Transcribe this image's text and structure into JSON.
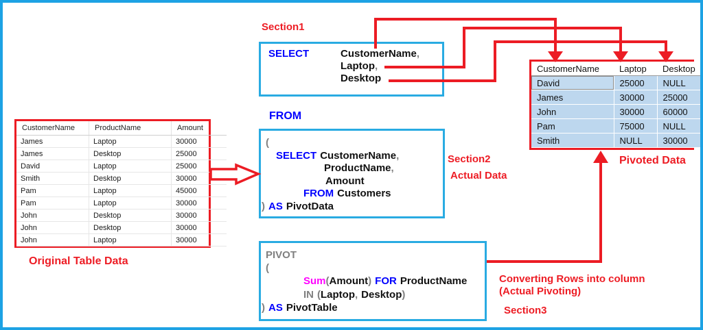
{
  "colors": {
    "outer_border": "#1da2e4",
    "box_border": "#29abe2",
    "arrow_red": "#ec1c24",
    "label_red": "#ed1c24",
    "keyword_blue": "#0000ff",
    "token_gray": "#808080",
    "function_magenta": "#ff00ff",
    "pivot_row_blue": "#bdd7ee"
  },
  "original_table": {
    "label": "Original Table Data",
    "headers": [
      "CustomerName",
      "ProductName",
      "Amount"
    ],
    "rows": [
      [
        "James",
        "Laptop",
        "30000"
      ],
      [
        "James",
        "Desktop",
        "25000"
      ],
      [
        "David",
        "Laptop",
        "25000"
      ],
      [
        "Smith",
        "Desktop",
        "30000"
      ],
      [
        "Pam",
        "Laptop",
        "45000"
      ],
      [
        "Pam",
        "Laptop",
        "30000"
      ],
      [
        "John",
        "Desktop",
        "30000"
      ],
      [
        "John",
        "Desktop",
        "30000"
      ],
      [
        "John",
        "Laptop",
        "30000"
      ]
    ]
  },
  "pivot_table": {
    "label": "Pivoted Data",
    "headers": [
      "CustomerName",
      "Laptop",
      "Desktop"
    ],
    "rows": [
      [
        "David",
        "25000",
        "NULL"
      ],
      [
        "James",
        "30000",
        "25000"
      ],
      [
        "John",
        "30000",
        "60000"
      ],
      [
        "Pam",
        "75000",
        "NULL"
      ],
      [
        "Smith",
        "NULL",
        "30000"
      ]
    ]
  },
  "section1": {
    "label": "Section1",
    "keyword": "SELECT",
    "columns": [
      "CustomerName",
      "Laptop",
      "Desktop"
    ],
    "comma": ","
  },
  "section2": {
    "label": "Section2",
    "sublabel": "Actual Data",
    "heading": "FROM",
    "paren_open": "(",
    "keyword_select": "SELECT",
    "columns": [
      "CustomerName",
      "ProductName",
      "Amount"
    ],
    "comma": ",",
    "keyword_from": "FROM",
    "table_name": "Customers",
    "paren_close": ")",
    "keyword_as": "AS",
    "alias": "PivotData"
  },
  "section3": {
    "label": "Section3",
    "note1": "Converting Rows into column",
    "note2": "(Actual Pivoting)",
    "keyword_pivot": "PIVOT",
    "paren_open": "(",
    "fn": "Sum",
    "fn_arg": "Amount",
    "keyword_for": "FOR",
    "for_column": "ProductName",
    "keyword_in": "IN",
    "in_values": [
      "Laptop",
      "Desktop"
    ],
    "comma": ",",
    "paren_close": ")",
    "keyword_as": "AS",
    "alias": "PivotTable"
  }
}
